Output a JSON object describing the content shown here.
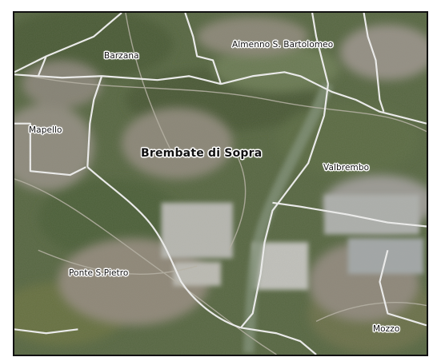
{
  "map": {
    "labels": {
      "barzana": "Barzana",
      "almenno": "Almenno S. Bartolomeo",
      "mapello": "Mapello",
      "brembate": "Brembate di Sopra",
      "valbrembo": "Valbrembo",
      "ponte": "Ponte S.Pietro",
      "mozzo": "Mozzo"
    },
    "colors": {
      "boundary": "#f2f2f2",
      "vegetation": "#4f5f3a",
      "urban": "#9a9186",
      "industrial": "#c9c9c4",
      "river": "#8a9a86"
    }
  }
}
